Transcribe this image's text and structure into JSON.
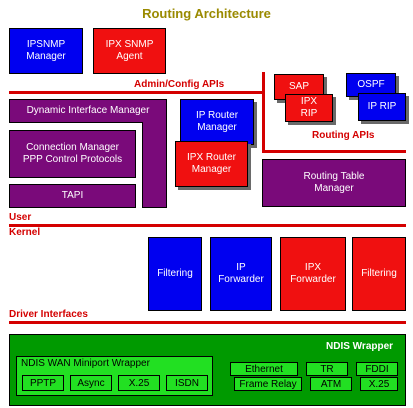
{
  "title": "Routing Architecture",
  "boxes": {
    "ipsnmp_manager": "IPSNMP\nManager",
    "ipx_snmp_agent": "IPX SNMP\nAgent",
    "sap": "SAP",
    "ipx_rip": "IPX\nRIP",
    "ospf": "OSPF",
    "ip_rip": "IP RIP",
    "dynamic_interface_manager": "Dynamic Interface Manager",
    "connection_manager": "Connection Manager\nPPP Control Protocols",
    "tapi": "TAPI",
    "ip_router_manager": "IP Router\nManager",
    "ipx_router_manager": "IPX Router\nManager",
    "routing_table_manager": "Routing Table\nManager",
    "filtering_left": "Filtering",
    "ip_forwarder": "IP\nForwarder",
    "ipx_forwarder": "IPX\nForwarder",
    "filtering_right": "Filtering"
  },
  "lines": {
    "admin_config_apis": "Admin/Config APIs",
    "routing_apis": "Routing APIs",
    "user": "User",
    "kernel": "Kernel",
    "driver_interfaces": "Driver Interfaces"
  },
  "ndis": {
    "title": "NDIS Wrapper",
    "wan_title": "NDIS WAN Miniport Wrapper",
    "wan_items": [
      "PPTP",
      "Async",
      "X.25",
      "ISDN"
    ],
    "lan_row1": [
      "Ethernet",
      "TR",
      "FDDI"
    ],
    "lan_row2": [
      "Frame Relay",
      "ATM",
      "X.25"
    ]
  }
}
